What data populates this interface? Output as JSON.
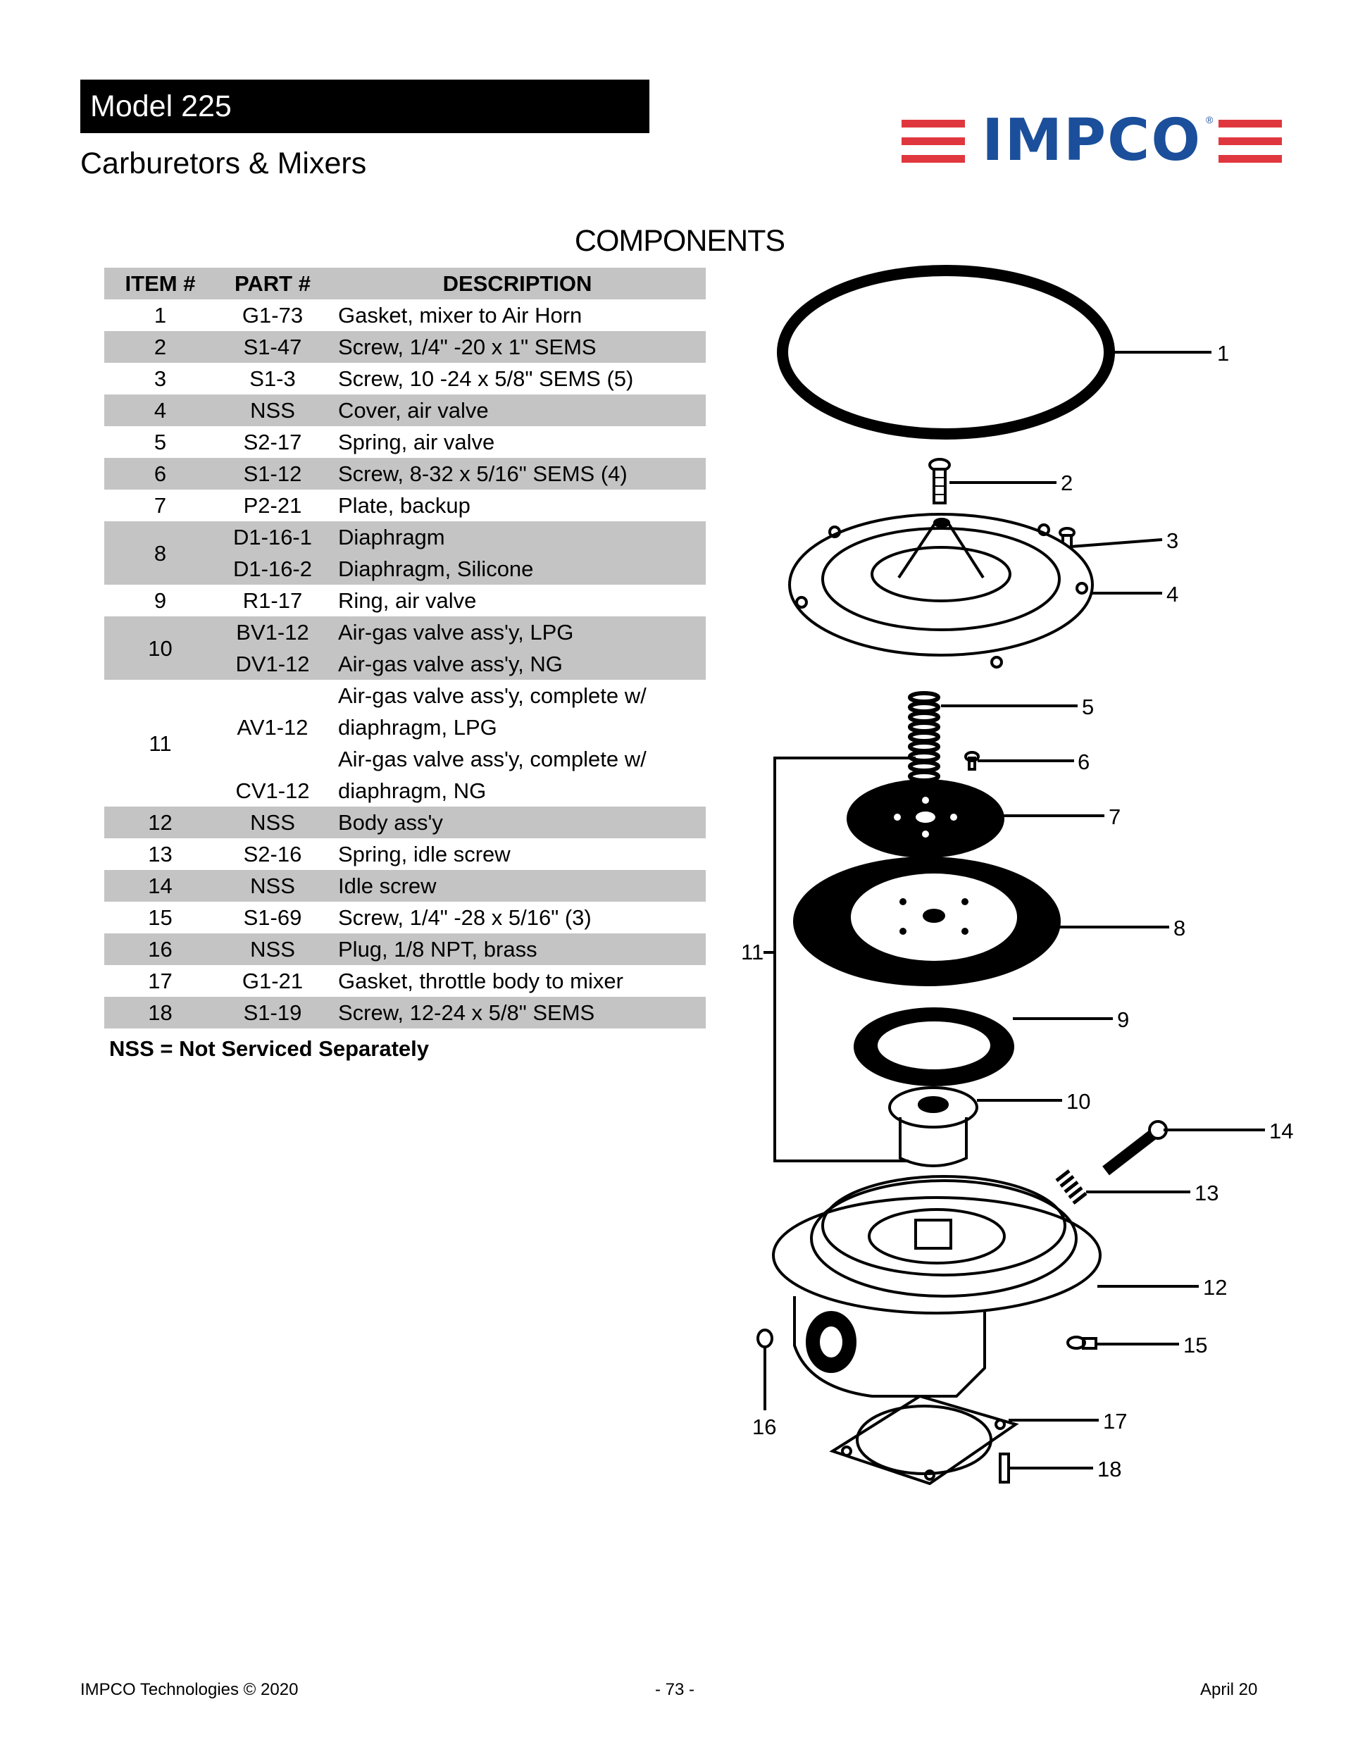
{
  "header": {
    "model": "Model 225",
    "subtitle": "Carburetors & Mixers",
    "logo_text": "IMPCO",
    "logo_reg": "®",
    "brand_colors": {
      "red": "#e0373f",
      "blue": "#1b4f9b"
    }
  },
  "section_title": "COMPONENTS",
  "table": {
    "headers": {
      "item": "ITEM #",
      "part": "PART #",
      "desc": "DESCRIPTION"
    },
    "rows": [
      {
        "item": "1",
        "part": "G1-73",
        "desc": "Gasket, mixer to Air Horn"
      },
      {
        "item": "2",
        "part": "S1-47",
        "desc": "Screw, 1/4\" -20 x 1\" SEMS"
      },
      {
        "item": "3",
        "part": "S1-3",
        "desc": "Screw, 10 -24 x 5/8\" SEMS (5)"
      },
      {
        "item": "4",
        "part": "NSS",
        "desc": "Cover, air valve"
      },
      {
        "item": "5",
        "part": "S2-17",
        "desc": "Spring, air valve"
      },
      {
        "item": "6",
        "part": "S1-12",
        "desc": "Screw, 8-32 x 5/16\" SEMS (4)"
      },
      {
        "item": "7",
        "part": "P2-21",
        "desc": "Plate, backup"
      },
      {
        "item": "8",
        "part": "D1-16-1",
        "desc": "Diaphragm",
        "part2": "D1-16-2",
        "desc2": "Diaphragm, Silicone"
      },
      {
        "item": "9",
        "part": "R1-17",
        "desc": "Ring, air valve"
      },
      {
        "item": "10",
        "part": "BV1-12",
        "desc": "Air-gas valve ass'y, LPG",
        "part2": "DV1-12",
        "desc2": "Air-gas valve ass'y, NG"
      },
      {
        "item": "11",
        "desc_a1": "Air-gas valve ass'y, complete w/",
        "part": "AV1-12",
        "desc_a2": "diaphragm, LPG",
        "desc_b1": "Air-gas valve ass'y, complete w/",
        "part2": "CV1-12",
        "desc_b2": "diaphragm, NG"
      },
      {
        "item": "12",
        "part": "NSS",
        "desc": "Body ass'y"
      },
      {
        "item": "13",
        "part": "S2-16",
        "desc": "Spring, idle screw"
      },
      {
        "item": "14",
        "part": "NSS",
        "desc": "Idle screw"
      },
      {
        "item": "15",
        "part": "S1-69",
        "desc": "Screw, 1/4\" -28 x 5/16\" (3)"
      },
      {
        "item": "16",
        "part": "NSS",
        "desc": "Plug, 1/8 NPT, brass"
      },
      {
        "item": "17",
        "part": "G1-21",
        "desc": "Gasket, throttle body to mixer"
      },
      {
        "item": "18",
        "part": "S1-19",
        "desc": "Screw, 12-24 x 5/8\" SEMS"
      }
    ],
    "note": "NSS = Not Serviced Separately"
  },
  "callouts": [
    "1",
    "2",
    "3",
    "4",
    "5",
    "6",
    "7",
    "8",
    "9",
    "10",
    "11",
    "12",
    "13",
    "14",
    "15",
    "16",
    "17",
    "18"
  ],
  "footer": {
    "left": "IMPCO Technologies © 2020",
    "center": "- 73 -",
    "right": "April 20"
  }
}
